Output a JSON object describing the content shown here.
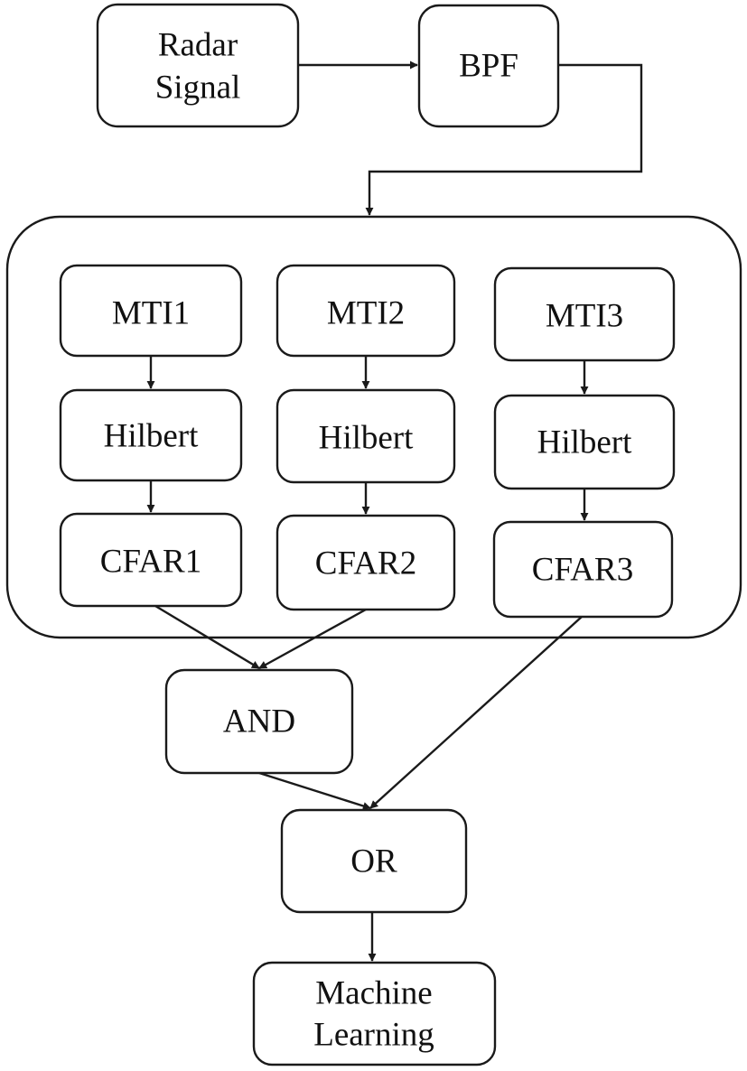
{
  "nodes": {
    "radar_signal": {
      "lines": [
        "Radar",
        "Signal"
      ]
    },
    "bpf": {
      "lines": [
        "BPF"
      ]
    },
    "mti1": {
      "lines": [
        "MTI1"
      ]
    },
    "mti2": {
      "lines": [
        "MTI2"
      ]
    },
    "mti3": {
      "lines": [
        "MTI3"
      ]
    },
    "hilbert1": {
      "lines": [
        "Hilbert"
      ]
    },
    "hilbert2": {
      "lines": [
        "Hilbert"
      ]
    },
    "hilbert3": {
      "lines": [
        "Hilbert"
      ]
    },
    "cfar1": {
      "lines": [
        "CFAR1"
      ]
    },
    "cfar2": {
      "lines": [
        "CFAR2"
      ]
    },
    "cfar3": {
      "lines": [
        "CFAR3"
      ]
    },
    "and": {
      "lines": [
        "AND"
      ]
    },
    "or": {
      "lines": [
        "OR"
      ]
    },
    "machine_learning": {
      "lines": [
        "Machine",
        "Learning"
      ]
    }
  },
  "edges": [
    {
      "from": "radar_signal",
      "to": "bpf"
    },
    {
      "from": "bpf",
      "to": "parallel_group"
    },
    {
      "from": "mti1",
      "to": "hilbert1"
    },
    {
      "from": "mti2",
      "to": "hilbert2"
    },
    {
      "from": "mti3",
      "to": "hilbert3"
    },
    {
      "from": "hilbert1",
      "to": "cfar1"
    },
    {
      "from": "hilbert2",
      "to": "cfar2"
    },
    {
      "from": "hilbert3",
      "to": "cfar3"
    },
    {
      "from": "cfar1",
      "to": "and"
    },
    {
      "from": "cfar2",
      "to": "and"
    },
    {
      "from": "cfar3",
      "to": "or"
    },
    {
      "from": "and",
      "to": "or"
    },
    {
      "from": "or",
      "to": "machine_learning"
    }
  ]
}
